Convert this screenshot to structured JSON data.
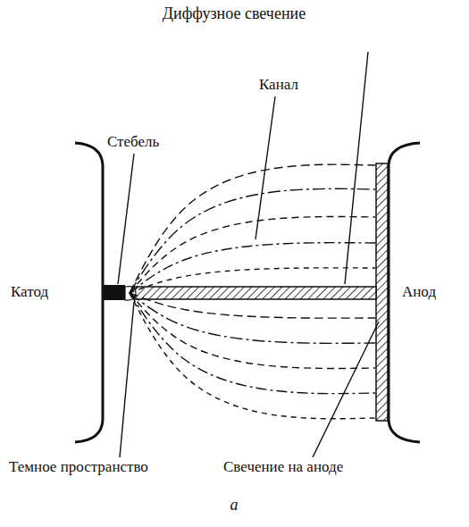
{
  "diagram": {
    "labels": [
      "Диффузное свечение",
      "Канал",
      "Стебель",
      "Катод",
      "Анод",
      "Темное пространство",
      "Свечение на аноде",
      "а"
    ]
  }
}
